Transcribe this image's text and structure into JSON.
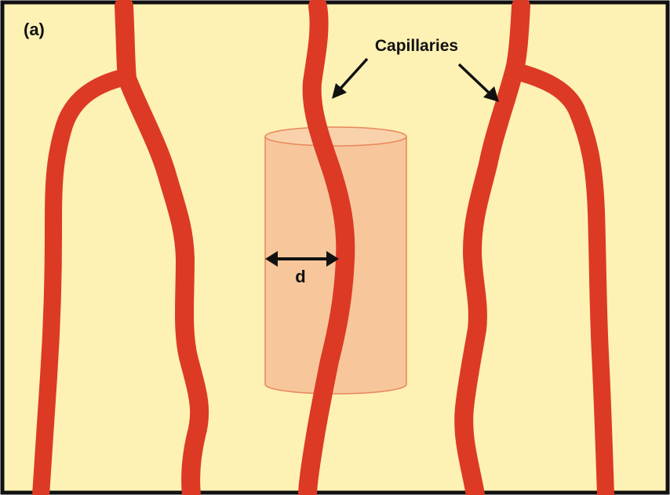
{
  "panel_label": "(a)",
  "callout_label": "Capillaries",
  "diameter_label": "d",
  "colors": {
    "background": "#fdf1b4",
    "border": "#111111",
    "capillary": "#dc3a24",
    "cylinder_fill": "#f7c79b",
    "cylinder_stroke": "#e8865a",
    "arrow": "#111111"
  }
}
